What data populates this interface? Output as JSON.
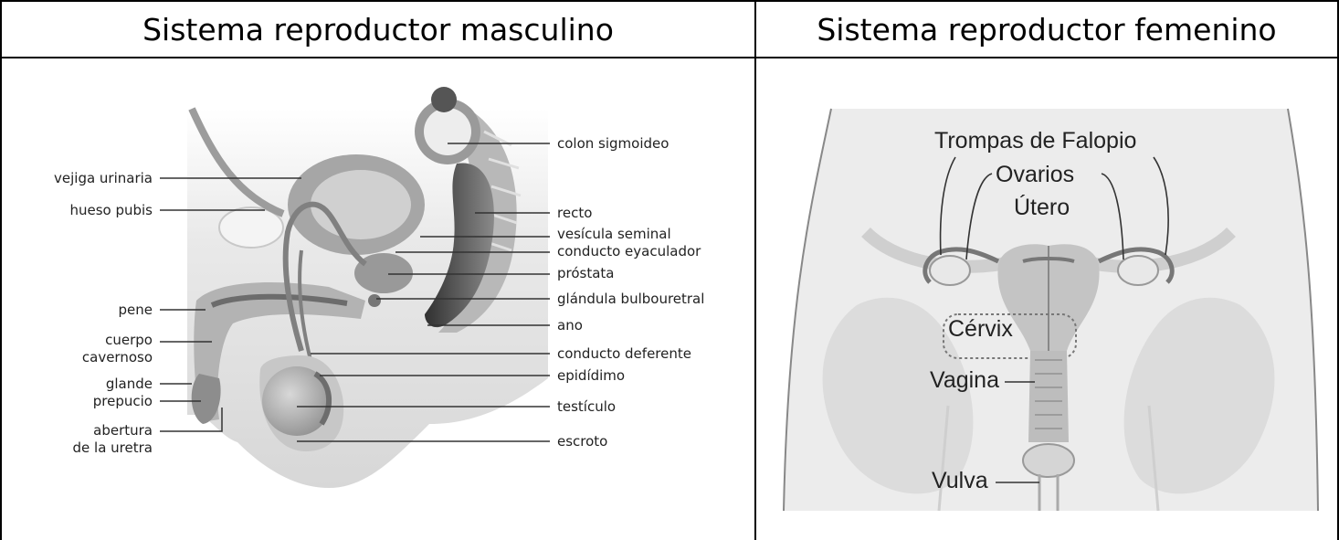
{
  "table": {
    "left_header": "Sistema reproductor masculino",
    "right_header": "Sistema reproductor femenino"
  },
  "male_diagram": {
    "labels_left": {
      "bladder": "vejiga urinaria",
      "pubic_bone": "hueso pubis",
      "penis": "pene",
      "corpus_cavernosum_1": "cuerpo",
      "corpus_cavernosum_2": "cavernoso",
      "glans": "glande",
      "foreskin": "prepucio",
      "urethral_opening_1": "abertura",
      "urethral_opening_2": "de la uretra"
    },
    "labels_right": {
      "sigmoid_colon": "colon sigmoideo",
      "rectum": "recto",
      "seminal_vesicle": "vesícula seminal",
      "ejaculatory_duct": "conducto eyaculador",
      "prostate": "próstata",
      "bulbourethral_gland": "glándula bulbouretral",
      "anus": "ano",
      "vas_deferens": "conducto deferente",
      "epididymis": "epidídimo",
      "testicle": "testículo",
      "scrotum": "escroto"
    }
  },
  "female_diagram": {
    "labels": {
      "fallopian_tubes": "Trompas de Falopio",
      "ovaries": "Ovarios",
      "uterus": "Útero",
      "cervix": "Cérvix",
      "vagina": "Vagina",
      "vulva": "Vulva"
    }
  }
}
